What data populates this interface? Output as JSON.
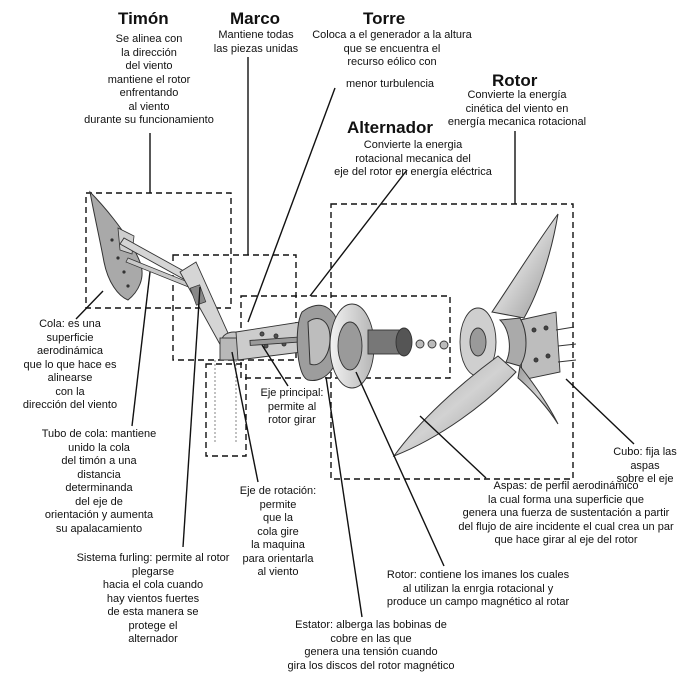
{
  "headings": {
    "timon": "Timón",
    "marco": "Marco",
    "torre": "Torre",
    "rotor": "Rotor",
    "alternador": "Alternador"
  },
  "descriptions": {
    "timon": [
      "Se alinea con",
      "la dirección",
      "del viento",
      "mantiene el rotor",
      "enfrentando",
      "al viento",
      "durante su funcionamiento"
    ],
    "marco": [
      "Mantiene todas",
      "las piezas unidas"
    ],
    "torre": [
      "Coloca a el generador a la altura",
      "que se encuentra el",
      "recurso eólico con",
      "menor turbulencia"
    ],
    "rotor": [
      "Convierte la energía",
      "cinética del viento en",
      "energía mecanica rotacional"
    ],
    "alternador": [
      "Convierte la energia",
      "rotacional mecanica del",
      "eje del rotor en energía eléctrica"
    ]
  },
  "callouts": {
    "cola": [
      "Cola: es una",
      "superficie",
      "aerodinámica",
      "que lo que hace es",
      "alinearse",
      "con la",
      "dirección del viento"
    ],
    "tubo": [
      "Tubo de cola: mantiene",
      "unido la cola",
      "del timón a una",
      "distancia",
      "determinanda",
      "del eje de",
      "orientación y aumenta",
      "su apalacamiento"
    ],
    "furling": [
      "Sistema furling: permite al rotor",
      "plegarse",
      "hacia el cola  cuando",
      "hay vientos fuertes",
      "de esta manera se",
      "protege el",
      "alternador"
    ],
    "eje_principal": [
      "Eje principal:",
      "permite al",
      "rotor girar"
    ],
    "eje_rotacion": [
      "Eje de rotación:",
      "permite",
      "que la",
      "cola gire",
      "la maquina",
      "para orientarla",
      "al viento"
    ],
    "cubo": [
      "Cubo: fija las",
      "aspas",
      "sobre el eje"
    ],
    "aspas": [
      "Aspas: de perfil aerodinámico",
      "la cual forma una superficie que",
      "genera una fuerza de sustentación a partir",
      "del flujo de aire incidente el cual crea un par",
      "que hace girar al eje del rotor"
    ],
    "rotor_parte": [
      "Rotor: contiene los imanes los cuales",
      "al utilizan la enrgia rotacional y",
      "produce un campo magnético al rotar"
    ],
    "estator": [
      "Estator: alberga las bobinas de",
      "cobre en las que",
      "genera una tensión cuando",
      "gira los discos del rotor magnético"
    ]
  },
  "colors": {
    "ink": "#111111",
    "metal_light": "#d8d8d8",
    "metal_dark": "#8a8a8a",
    "blade": "#b9b9b9",
    "tail": "#a9a9a9"
  }
}
